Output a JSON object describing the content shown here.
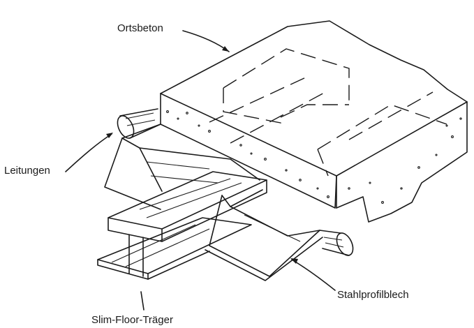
{
  "labels": {
    "concrete": "Ortsbeton",
    "pipes": "Leitungen",
    "deck": "Stahlprofilblech",
    "beam": "Slim-Floor-Träger"
  },
  "colors": {
    "ink": "#1a1a1a",
    "background": "#ffffff"
  }
}
